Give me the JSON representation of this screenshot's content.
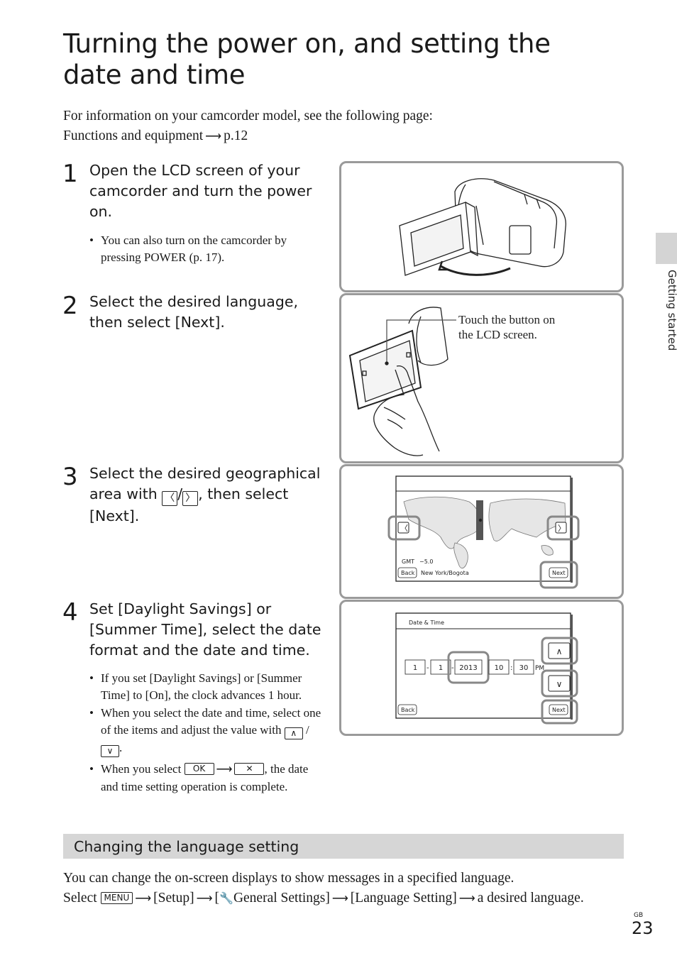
{
  "title": "Turning the power on, and setting the date and time",
  "intro": {
    "line1": "For information on your camcorder model, see the following page:",
    "line2_text": "Functions and equipment",
    "line2_ref": "p.12"
  },
  "steps": [
    {
      "number": "1",
      "heading": "Open the LCD screen of your camcorder and turn the power on.",
      "bullets": [
        "You can also turn on the camcorder by pressing POWER (p. 17)."
      ]
    },
    {
      "number": "2",
      "heading": "Select the desired language, then select [Next].",
      "callout": "Touch the button on the LCD screen."
    },
    {
      "number": "3",
      "heading_pre": "Select the desired geographical area with",
      "heading_sep": "/",
      "heading_post": ", then select [Next].",
      "screen": {
        "gmt_label": "GMT",
        "gmt_value": "−5.0",
        "back": "Back",
        "city": "New York/Bogota",
        "next": "Next"
      }
    },
    {
      "number": "4",
      "heading": "Set [Daylight Savings] or [Summer Time], select the date format and the date and time.",
      "bullets": [
        "If you set [Daylight Savings] or [Summer Time] to [On], the clock advances 1 hour.",
        "When you select the date and time, select one of the items and adjust the value with"
      ],
      "bullet3_pre": "When you select",
      "bullet3_post": ", the date and time setting operation is complete.",
      "ok_label": "OK",
      "close_label": "✕",
      "screen": {
        "header": "Date & Time",
        "month": "1",
        "day": "1",
        "year": "2013",
        "hour": "10",
        "minute": "30",
        "ampm": "PM",
        "back": "Back",
        "next": "Next"
      }
    }
  ],
  "icons": {
    "arrow": "⟶",
    "left": "〈",
    "right": "〉",
    "up": "∧",
    "down": "∨",
    "wrench": "🔧"
  },
  "side_tab": "Getting started",
  "section": {
    "title": "Changing the language setting",
    "line1": "You can change the on-screen displays to show messages in a specified language.",
    "select": "Select",
    "menu": "MENU",
    "setup": "[Setup]",
    "general_pre": "[",
    "general": "General Settings]",
    "language": "[Language Setting]",
    "end": "a desired language."
  },
  "page": {
    "region": "GB",
    "number": "23"
  }
}
